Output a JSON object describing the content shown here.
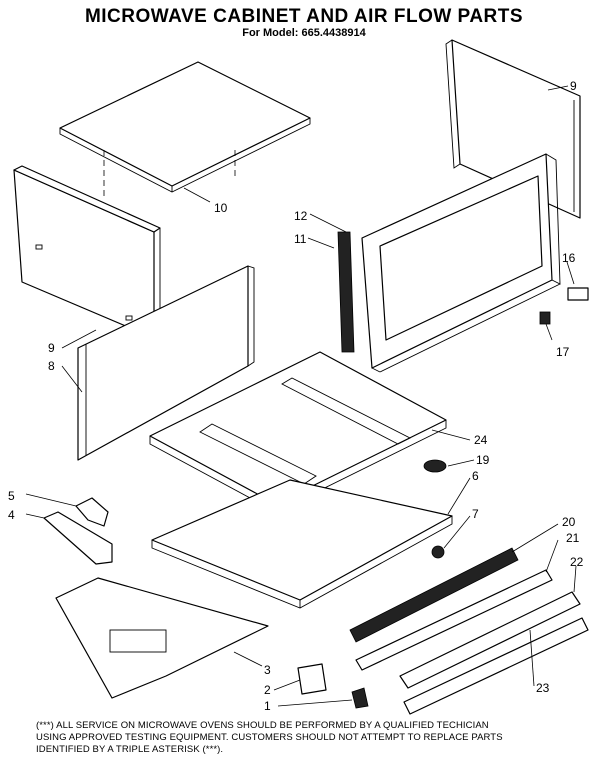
{
  "header": {
    "title": "MICROWAVE CABINET AND AIR FLOW PARTS",
    "model": "For Model: 665.4438914"
  },
  "callouts": {
    "c1": "1",
    "c2": "2",
    "c3": "3",
    "c4": "4",
    "c5": "5",
    "c6": "6",
    "c7": "7",
    "c8": "8",
    "c9a": "9",
    "c9b": "9",
    "c10": "10",
    "c11": "11",
    "c12": "12",
    "c16": "16",
    "c17": "17",
    "c19": "19",
    "c20": "20",
    "c21": "21",
    "c22": "22",
    "c23": "23",
    "c24": "24"
  },
  "footnote": {
    "lines": [
      "(***) ALL SERVICE ON MICROWAVE OVENS SHOULD BE PERFORMED BY A QUALIFIED TECHICIAN",
      "USING APPROVED TESTING EQUIPMENT. CUSTOMERS SHOULD NOT ATTEMPT TO REPLACE PARTS",
      "IDENTIFIED BY A TRIPLE ASTERISK (***)."
    ]
  }
}
